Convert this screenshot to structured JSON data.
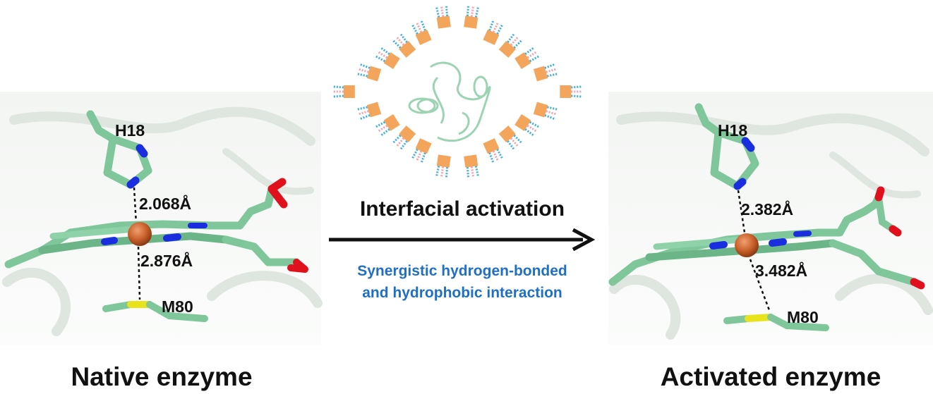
{
  "center": {
    "arrow_label": "Interfacial activation",
    "subtitle_line1": "Synergistic hydrogen-bonded",
    "subtitle_line2": "and hydrophobic interaction"
  },
  "native": {
    "caption": "Native enzyme",
    "his_label": "H18",
    "met_label": "M80",
    "dist_top": "2.068Å",
    "dist_bottom": "2.876Å"
  },
  "activated": {
    "caption": "Activated enzyme",
    "his_label": "H18",
    "met_label": "M80",
    "dist_top": "2.382Å",
    "dist_bottom": "3.482Å"
  },
  "colors": {
    "stick": "#7fc69a",
    "stick_dark": "#4f9a6c",
    "nitrogen": "#1a2ee0",
    "oxygen": "#e0101c",
    "sulfur": "#e8e31a",
    "iron": "#c86a2e",
    "accent_text": "#1f6fc3",
    "surfactant_head": "#f4a55c",
    "surfactant_tail_blue": "#3aaee0",
    "surfactant_tail_pink": "#f0a0b0"
  }
}
